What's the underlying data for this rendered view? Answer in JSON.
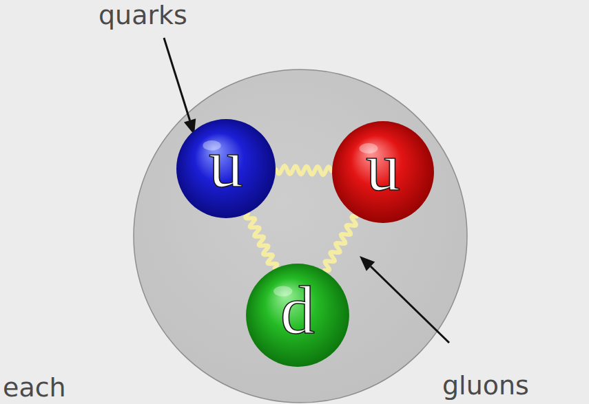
{
  "diagram": {
    "nodes": [
      {
        "text": [
          "u"
        ]
      },
      {
        "text": [
          "u"
        ]
      },
      {
        "text": [
          "d"
        ]
      }
    ],
    "edges": [
      {
        "from": 0,
        "to": 1,
        "arrow": "none"
      },
      {
        "from": 0,
        "to": 2,
        "arrow": "none"
      },
      {
        "from": 1,
        "to": 2,
        "arrow": "none"
      }
    ],
    "labels": [
      "quarks",
      "gluons",
      "each"
    ]
  }
}
